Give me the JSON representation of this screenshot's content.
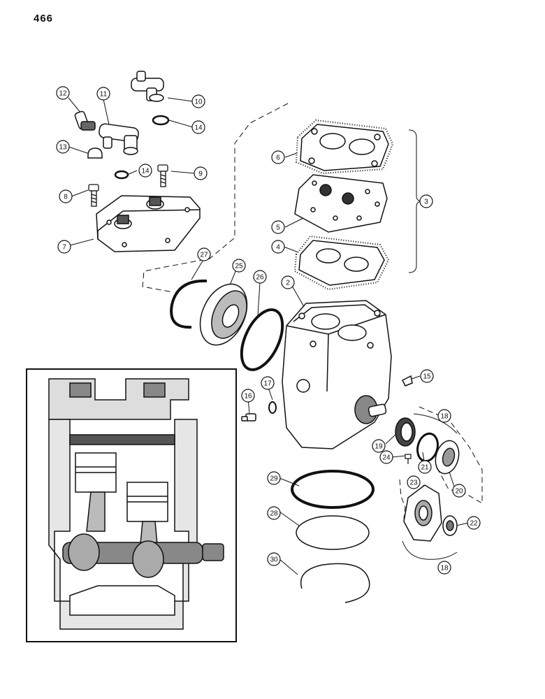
{
  "page": {
    "number": "466"
  },
  "callouts": [
    {
      "id": "c12",
      "label": "12"
    },
    {
      "id": "c11",
      "label": "11"
    },
    {
      "id": "c10",
      "label": "10"
    },
    {
      "id": "c14a",
      "label": "14"
    },
    {
      "id": "c13",
      "label": "13"
    },
    {
      "id": "c14b",
      "label": "14"
    },
    {
      "id": "c9",
      "label": "9"
    },
    {
      "id": "c8",
      "label": "8"
    },
    {
      "id": "c7",
      "label": "7"
    },
    {
      "id": "c6",
      "label": "6"
    },
    {
      "id": "c5",
      "label": "5"
    },
    {
      "id": "c4",
      "label": "4"
    },
    {
      "id": "c3",
      "label": "3"
    },
    {
      "id": "c27",
      "label": "27"
    },
    {
      "id": "c25",
      "label": "25"
    },
    {
      "id": "c26",
      "label": "26"
    },
    {
      "id": "c2",
      "label": "2"
    },
    {
      "id": "c15",
      "label": "15"
    },
    {
      "id": "c17",
      "label": "17"
    },
    {
      "id": "c16",
      "label": "16"
    },
    {
      "id": "c18a",
      "label": "18"
    },
    {
      "id": "c19",
      "label": "19"
    },
    {
      "id": "c24",
      "label": "24"
    },
    {
      "id": "c21",
      "label": "21"
    },
    {
      "id": "c20",
      "label": "20"
    },
    {
      "id": "c29",
      "label": "29"
    },
    {
      "id": "c23",
      "label": "23"
    },
    {
      "id": "c28",
      "label": "28"
    },
    {
      "id": "c22",
      "label": "22"
    },
    {
      "id": "c30",
      "label": "30"
    },
    {
      "id": "c18b",
      "label": "18"
    }
  ]
}
